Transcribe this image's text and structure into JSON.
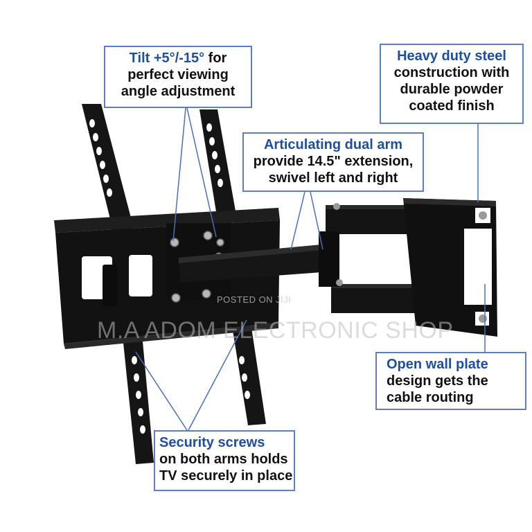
{
  "callouts": {
    "tilt": {
      "highlight": "Tilt +5°/-15°",
      "rest": " for",
      "line2": "perfect viewing",
      "line3": "angle adjustment"
    },
    "steel": {
      "line1": "Heavy duty steel",
      "line2": "construction with",
      "line3": "durable powder",
      "line4": "coated finish"
    },
    "arm": {
      "line1": "Articulating dual arm",
      "line2": "provide 14.5\" extension,",
      "line3": "swivel left and right"
    },
    "plate": {
      "line1": "Open wall plate",
      "line2": "design gets the",
      "line3": "cable routing"
    },
    "screws": {
      "line1": "Security screws",
      "line2": "on both arms holds",
      "line3": "TV securely in place"
    }
  },
  "watermarks": {
    "posted": "POSTED ON JIJI",
    "shop": "M.A ADOM ELECTRONIC SHOP"
  },
  "colors": {
    "accent_blue": "#1f4e9e",
    "callout_border": "#5d7fbf",
    "leader_line": "#4a6fb5",
    "mount_black": "#141414"
  }
}
